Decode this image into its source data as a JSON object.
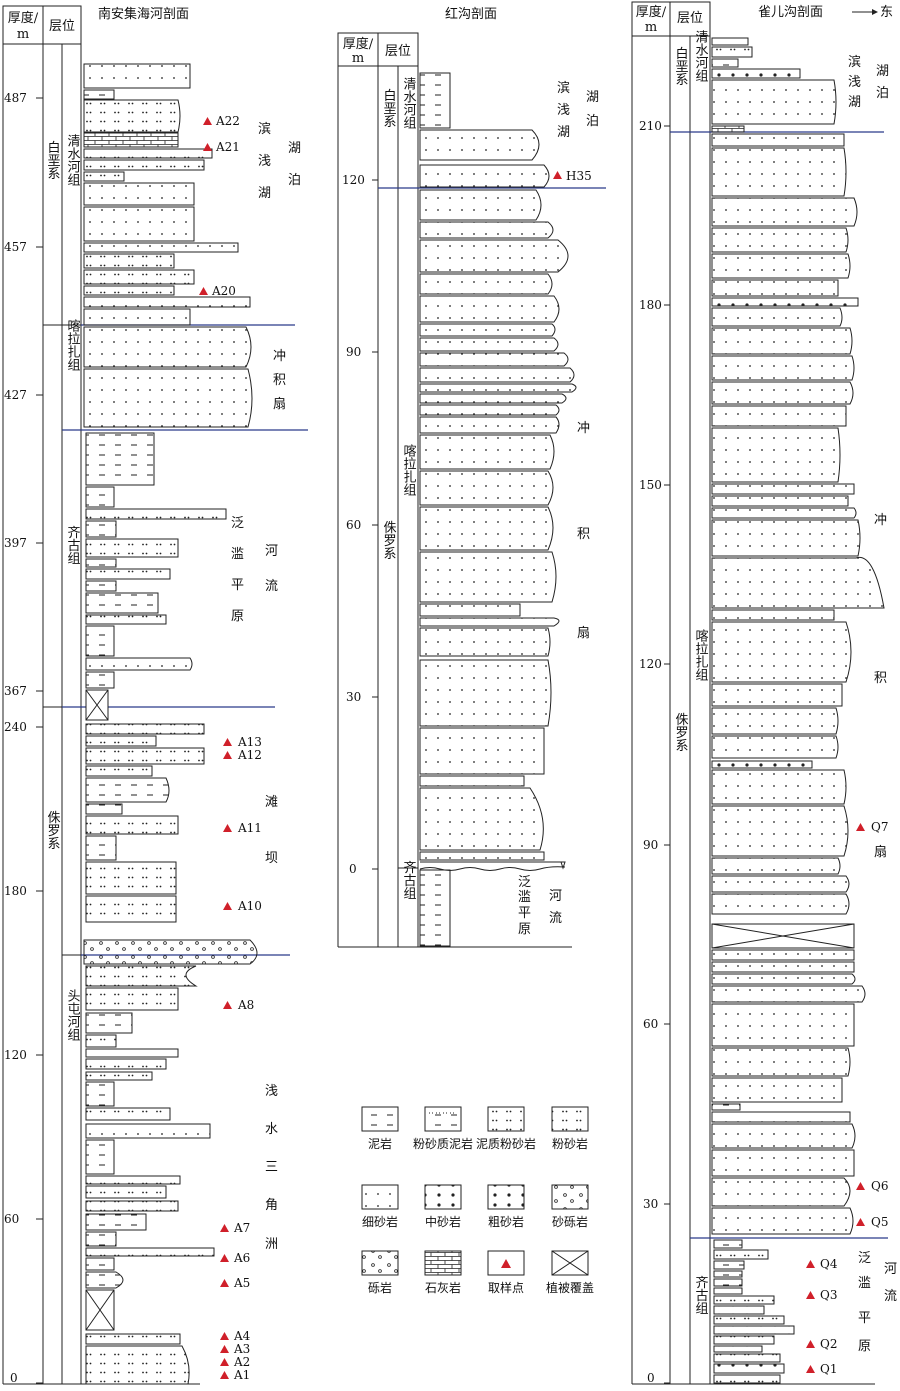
{
  "headers": {
    "thickness": "厚度/",
    "unit": "m",
    "strat": "层位",
    "east": "东"
  },
  "sections": [
    {
      "id": "nanan",
      "title": "南安集海河剖面",
      "ticks": [
        "487",
        "457",
        "427",
        "397",
        "367",
        "240",
        "180",
        "120",
        "60",
        "0"
      ],
      "strat": [
        "白垩系",
        "清水河组",
        "喀拉扎组",
        "齐古组",
        "侏罗系",
        "头屯河组"
      ],
      "samples": [
        "A22",
        "A21",
        "A20",
        "A13",
        "A12",
        "A11",
        "A10",
        "A8",
        "A7",
        "A6",
        "A5",
        "A4",
        "A3",
        "A2",
        "A1"
      ],
      "env": [
        "滨",
        "浅",
        "湖",
        "湖",
        "泊",
        "冲",
        "积",
        "扇",
        "泛",
        "滥",
        "平",
        "原",
        "河",
        "流",
        "滩",
        "坝",
        "浅",
        "水",
        "三",
        "角",
        "洲"
      ]
    },
    {
      "id": "honggou",
      "title": "红沟剖面",
      "ticks": [
        "120",
        "90",
        "60",
        "30",
        "0"
      ],
      "strat": [
        "白垩系",
        "清水河组",
        "喀拉扎组",
        "侏罗系",
        "齐古组"
      ],
      "samples": [
        "H35"
      ],
      "env": [
        "滨",
        "浅",
        "湖",
        "湖",
        "泊",
        "冲",
        "积",
        "扇",
        "泛",
        "滥",
        "平",
        "原",
        "河",
        "流"
      ]
    },
    {
      "id": "queer",
      "title": "雀儿沟剖面",
      "ticks": [
        "210",
        "180",
        "150",
        "120",
        "90",
        "60",
        "30",
        "0"
      ],
      "strat": [
        "白垩系",
        "清水河组",
        "喀拉扎组",
        "侏罗系",
        "齐古组"
      ],
      "samples": [
        "Q7",
        "Q6",
        "Q5",
        "Q4",
        "Q3",
        "Q2",
        "Q1"
      ],
      "env": [
        "滨",
        "浅",
        "湖",
        "湖",
        "泊",
        "冲",
        "积",
        "扇",
        "泛",
        "滥",
        "平",
        "原",
        "河",
        "流"
      ]
    }
  ],
  "legend": [
    "泥岩",
    "粉砂质泥岩",
    "泥质粉砂岩",
    "粉砂岩",
    "细砂岩",
    "中砂岩",
    "粗砂岩",
    "砂砾岩",
    "砾岩",
    "石灰岩",
    "取样点",
    "植被覆盖"
  ],
  "colors": {
    "sample_marker": "#d0202a",
    "boundary_line": "#2a3a8a"
  }
}
